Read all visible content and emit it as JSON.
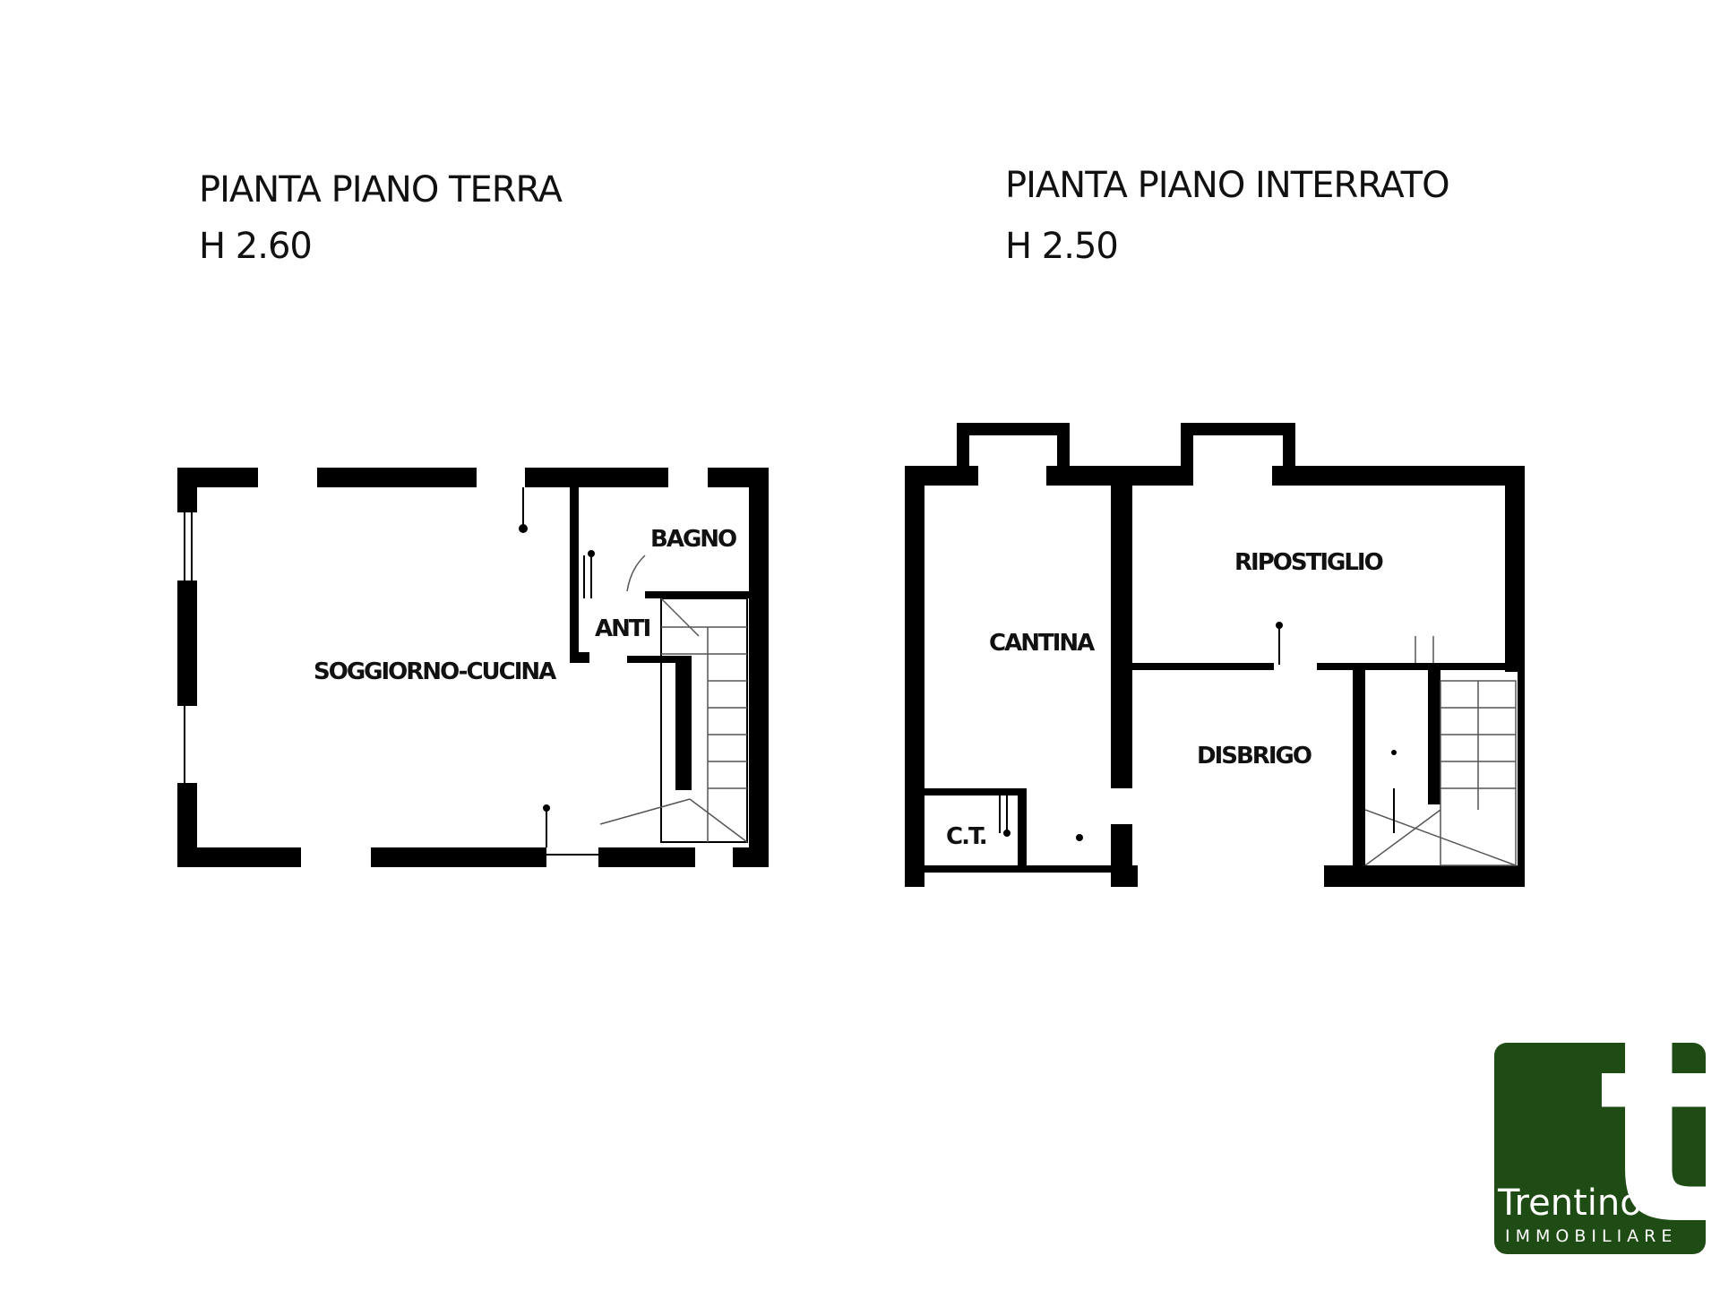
{
  "ground_floor": {
    "title": "PIANTA PIANO TERRA",
    "height": "H 2.60",
    "rooms": {
      "soggiorno": "SOGGIORNO-CUCINA",
      "bagno": "BAGNO",
      "anti": "ANTI"
    }
  },
  "basement": {
    "title": "PIANTA PIANO INTERRATO",
    "height": "H 2.50",
    "rooms": {
      "cantina": "CANTINA",
      "ripostiglio": "RIPOSTIGLIO",
      "disbrigo": "DISBRIGO",
      "ct": "C.T."
    }
  },
  "logo": {
    "brand": "Trentino",
    "subtitle": "IMMOBILIARE",
    "letter": "t",
    "color": "#1f4b14",
    "text_color": "#ffffff"
  }
}
